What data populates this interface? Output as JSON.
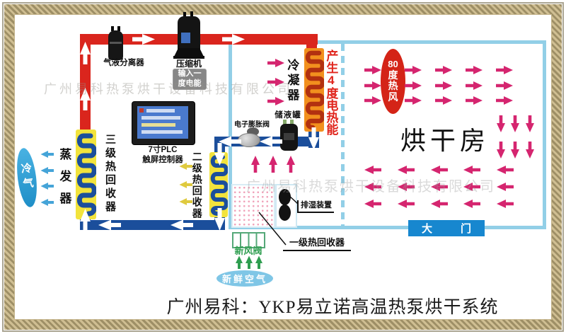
{
  "caption": "广州易科：YKP易立诺高温热泵烘干系统",
  "watermark": "广州易科热泵烘干设备科技有限公司",
  "components": {
    "separator": {
      "label": "气液分离器"
    },
    "compressor": {
      "label": "压缩机"
    },
    "input_energy": {
      "line1": "输入一",
      "line2": "度电能"
    },
    "plc": {
      "line1": "7寸PLC",
      "line2": "触屏控制器"
    },
    "condenser": {
      "label": "冷凝器"
    },
    "heat_gain": {
      "label": "产生4度电热能"
    },
    "receiver": {
      "label": "储液罐"
    },
    "expansion_valve": {
      "label": "电子膨胀阀"
    },
    "stage3_recovery": {
      "label": "三级热回收器"
    },
    "evaporator": {
      "label": "蒸发器"
    },
    "cold_air": {
      "label": "冷气"
    },
    "stage2_recovery": {
      "label": "二级热回收器"
    },
    "stage1_recovery": {
      "label": "一级热回收器"
    },
    "dehumidifier": {
      "label": "排湿装置"
    },
    "fresh_air_valve": {
      "label": "新风阀"
    },
    "fresh_air": {
      "label": "新鲜空气"
    },
    "hot_wind": {
      "chars": [
        "80",
        "度",
        "热",
        "风"
      ]
    },
    "drying_room": {
      "label": "烘干房"
    },
    "gate": {
      "label": "大门"
    }
  },
  "colors": {
    "hot_pipe": "#da251d",
    "cold_pipe": "#1b4e9b",
    "room_wall": "#92cfe7",
    "hot_arrow": "#d5256f",
    "recovery_coil_box": "#f2e33c",
    "condenser_box": "#f2901e",
    "door": "#1787cf",
    "heat_text": "#e0241c",
    "fresh_green": "#2f9e50",
    "yellow_arrow": "#dfca3e",
    "cold_arrow": "#45a4d8"
  }
}
